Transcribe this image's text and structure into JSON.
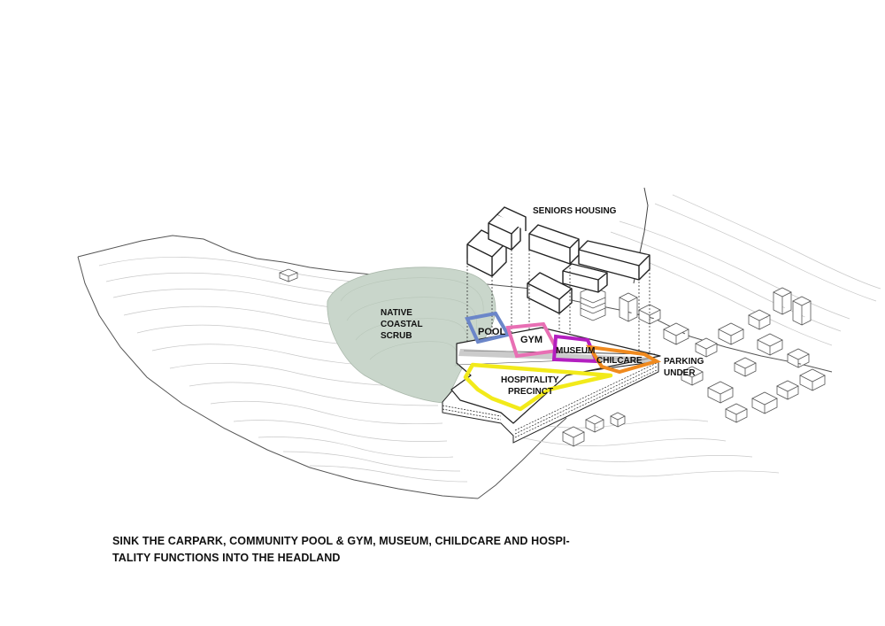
{
  "labels": {
    "seniors_housing": "SENIORS HOUSING",
    "native_1": "NATIVE",
    "native_2": "COASTAL",
    "native_3": "SCRUB",
    "pool": "POOL",
    "gym": "GYM",
    "museum": "MUSEUM",
    "childcare": "CHILCARE",
    "hospitality_1": "HOSPITALITY",
    "hospitality_2": "PRECINCT",
    "parking_1": "PARKING",
    "parking_2": "UNDER"
  },
  "caption": {
    "line1": "SINK THE CARPARK, COMMUNITY POOL & GYM, MUSEUM, CHILDCARE AND HOSPI-",
    "line2": "TALITY FUNCTIONS INTO THE HEADLAND"
  },
  "colors": {
    "pool": "#6b86c9",
    "gym": "#e86fb4",
    "museum": "#b31fc0",
    "childcare": "#f08a1e",
    "hospitality": "#f2ea1a",
    "scrub": "#c9d6cb"
  }
}
